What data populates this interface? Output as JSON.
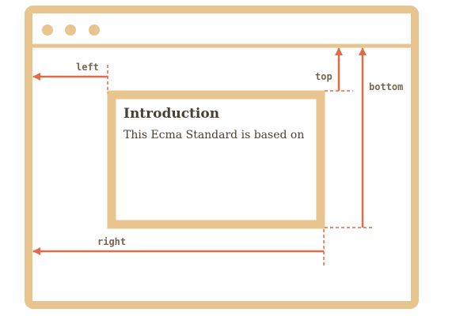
{
  "colors": {
    "frame": "#e8c48f",
    "arrow": "#e06c48",
    "label": "#7a6650",
    "text": "#4a3e33"
  },
  "window": {
    "dots": [
      "dot",
      "dot",
      "dot"
    ]
  },
  "element": {
    "title": "Introduction",
    "text": "This Ecma Standard is based on"
  },
  "labels": {
    "left": "left",
    "top": "top",
    "right": "right",
    "bottom": "bottom"
  }
}
